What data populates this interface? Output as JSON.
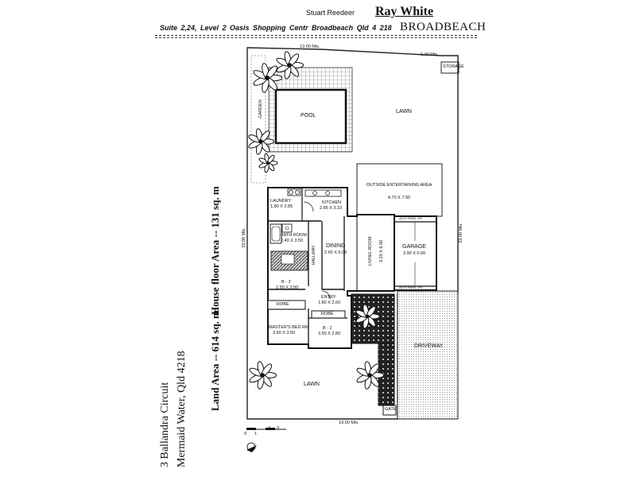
{
  "header": {
    "agent": "Stuart Reedeer",
    "brand": "Ray White",
    "office_address": "Suite 2,24, Level 2   Oasis Shopping Centr  Broadbeach Qld  4 218",
    "suburb": "BROADBEACH"
  },
  "property": {
    "street": "3 Ballandra Circuit",
    "locality": "Mermaid Water, Qld 4218",
    "land_area": "Land Area   -- 614 sq. m",
    "house_area": "House floor Area -- 131 sq. m"
  },
  "plan": {
    "dimensions": {
      "top": "13.00 Mts.",
      "top_right": "6.00 Mts.",
      "left": "33.00 Mts.",
      "right": "33.00 Mts.",
      "bottom": "19.00 Mts."
    },
    "outdoor": {
      "storage": "STORAGE",
      "pool": "POOL",
      "lawn_top": "LAWN",
      "garden": "GARDEN",
      "outside_entertaining": "OUTSIDE ENTERTAINING AREA",
      "outside_entertaining_size": "4.70 X 7.50",
      "driveway": "DRIVEWAY",
      "lawn_bottom": "LAWN",
      "gate": "GATE"
    },
    "rooms": {
      "laundry": "LAUNDRY",
      "laundry_size": "1.80 X 2.85",
      "kitchen": "KITCHEN",
      "kitchen_size": "2.85 X 3.10",
      "bathroom": "BATH ROOM",
      "bathroom_size": "2.40 X 3.50",
      "hallway": "HALLWAY",
      "dining": "DINING",
      "dining_size": "2.60 X 6.00",
      "living": "LIVING ROOM",
      "living_size": "3.20 X 6.00",
      "garage": "GARAGE",
      "garage_size": "3.90 X 6.00",
      "garage_door_top": "AUTO PANEL LIFT",
      "garage_door_bottom": "AUTO PANEL LIFT",
      "b3": "B - 3",
      "b3_size": "2.50 X 3.50",
      "entry": "ENTRY",
      "entry_size": "1.80 X 2.60",
      "robe_1": "ROBE",
      "robe_2": "ROBE",
      "master": "MASTER'S BED RM",
      "master_size": "3.60 X 3.50",
      "b2": "B - 2",
      "b2_size": "3.50 X 2.80"
    },
    "scale": [
      "0",
      "1",
      "2",
      "3"
    ]
  }
}
